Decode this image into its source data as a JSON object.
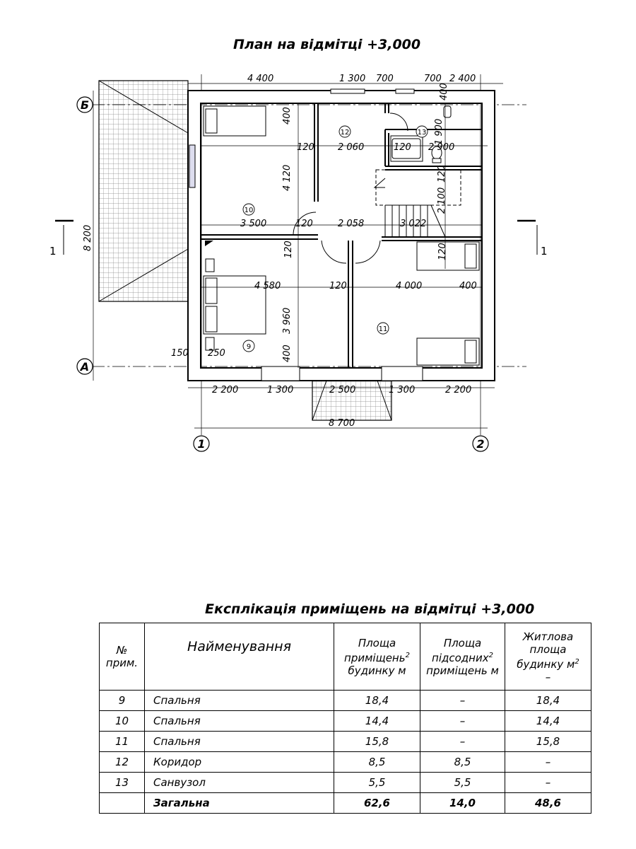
{
  "plan_title": "План на відмітці +3,000",
  "table_title": "Експлікація приміщень на відмітці  +3,000",
  "axes": {
    "B": "Б",
    "A": "А",
    "one": "1",
    "two": "2"
  },
  "section_marks": [
    "1",
    "1"
  ],
  "dims": {
    "top": [
      "4 400",
      "1 300",
      "700",
      "700",
      "2 400"
    ],
    "bottom": [
      "2 200",
      "1 300",
      "2 500",
      "1 300",
      "2 200"
    ],
    "overall_bottom": "8 700",
    "overall_left": "8 200",
    "interior": [
      "400",
      "4 120",
      "120",
      "2 060",
      "120",
      "2 900",
      "1 900",
      "400",
      "120",
      "2 100",
      "3 500",
      "120",
      "2 058",
      "3 022",
      "120",
      "4 580",
      "120",
      "4 000",
      "400",
      "3 960",
      "400",
      "150",
      "250",
      "120"
    ]
  },
  "rooms": [
    "9",
    "10",
    "11",
    "12",
    "13"
  ],
  "table": {
    "headers": {
      "num": [
        "№",
        "прим."
      ],
      "name": "Найменування",
      "area": [
        "Площа",
        "приміщень",
        "будинку м"
      ],
      "aux": [
        "Площа",
        "підсодних",
        "приміщень м"
      ],
      "living": [
        "Житлова",
        "площа",
        "будинку м",
        "–"
      ],
      "sup": "2"
    },
    "rows": [
      {
        "num": "9",
        "name": "Спальня",
        "area": "18,4",
        "aux": "–",
        "living": "18,4"
      },
      {
        "num": "10",
        "name": "Спальня",
        "area": "14,4",
        "aux": "–",
        "living": "14,4"
      },
      {
        "num": "11",
        "name": "Спальня",
        "area": "15,8",
        "aux": "–",
        "living": "15,8"
      },
      {
        "num": "12",
        "name": "Коридор",
        "area": "8,5",
        "aux": "8,5",
        "living": "–"
      },
      {
        "num": "13",
        "name": "Санвузол",
        "area": "5,5",
        "aux": "5,5",
        "living": "–"
      },
      {
        "num": "",
        "name": "Загальна",
        "area": "62,6",
        "aux": "14,0",
        "living": "48,6"
      }
    ]
  }
}
